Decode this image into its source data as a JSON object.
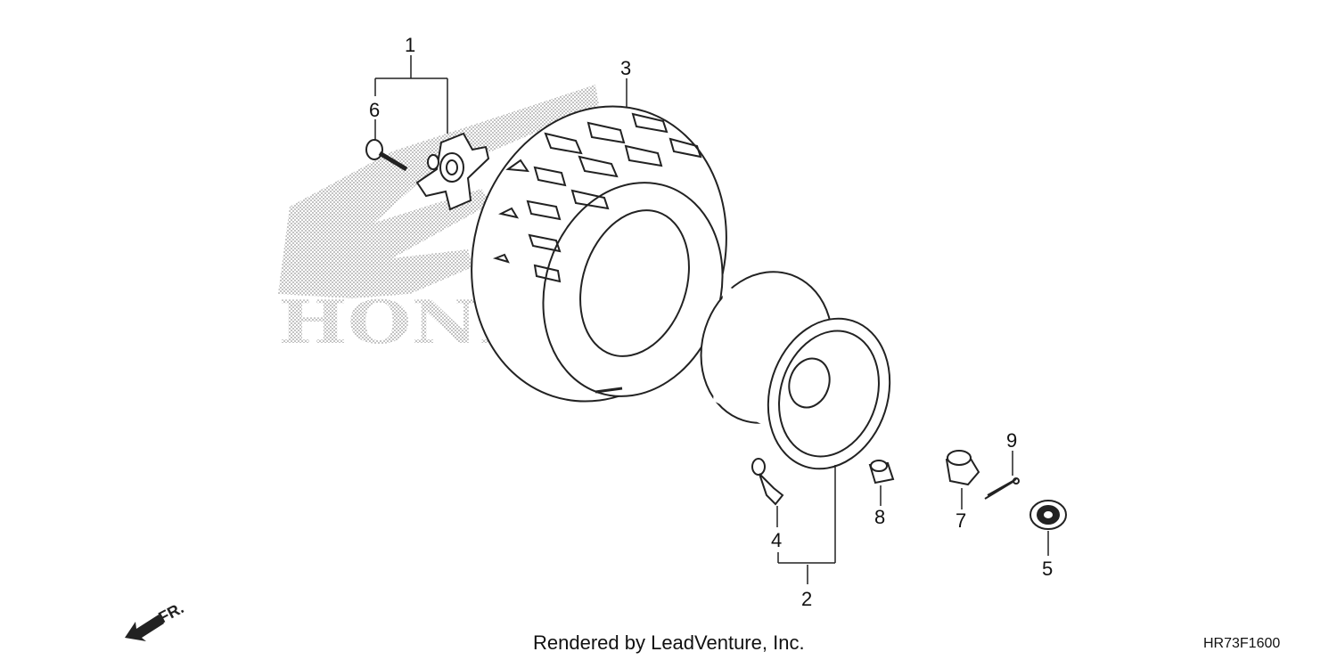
{
  "diagram": {
    "watermark_text": "HONDA",
    "front_label": "FR.",
    "callouts": {
      "c1": "1",
      "c2": "2",
      "c3": "3",
      "c4": "4",
      "c5": "5",
      "c6": "6",
      "c7": "7",
      "c8": "8",
      "c9": "9"
    }
  },
  "footer": {
    "credit": "Rendered by LeadVenture, Inc.",
    "diagram_code": "HR73F1600"
  }
}
